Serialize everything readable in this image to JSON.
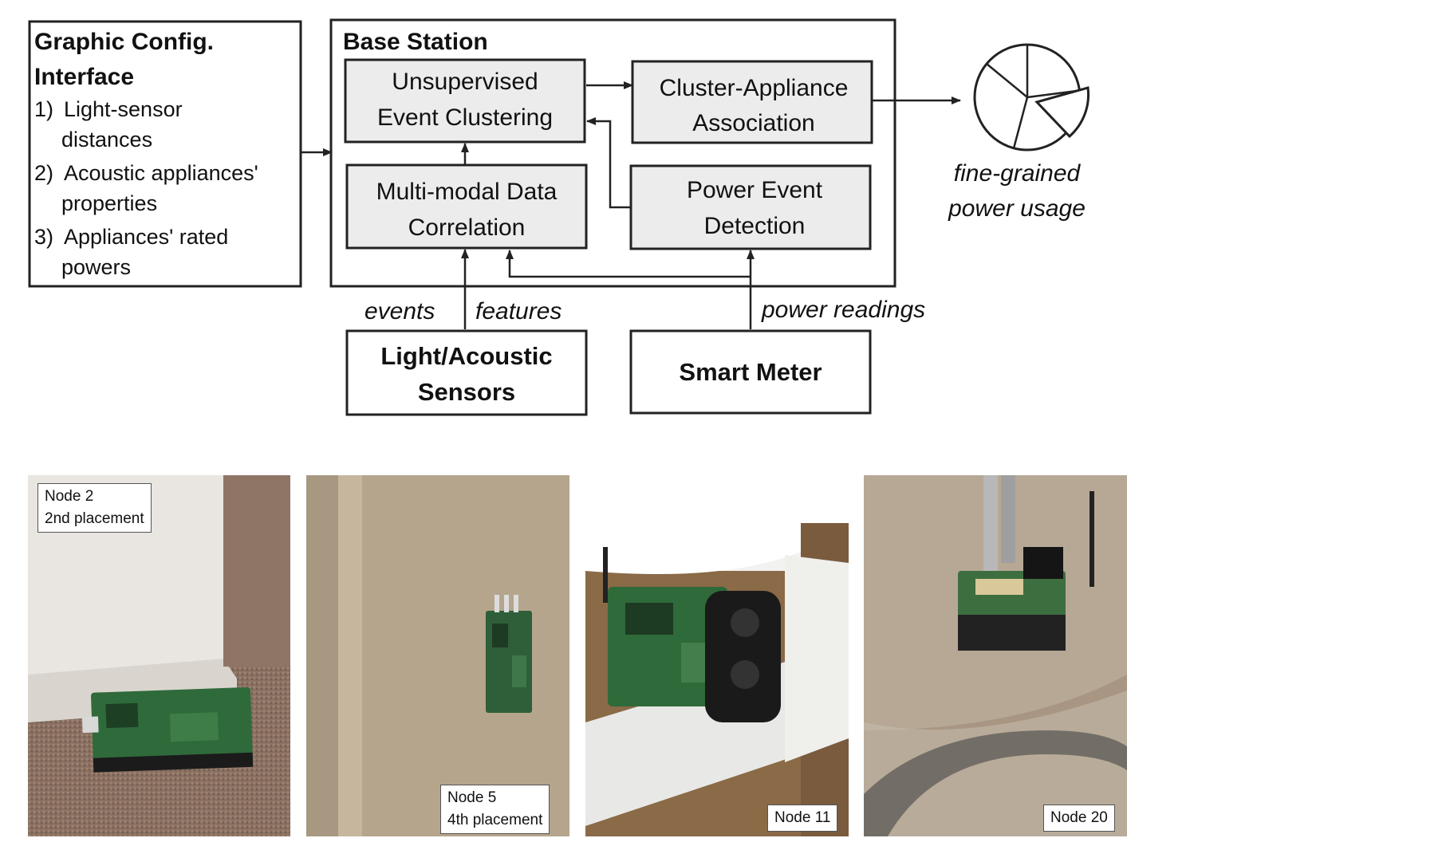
{
  "config_box": {
    "title_lines": [
      "Graphic Config.",
      "Interface"
    ],
    "items": [
      {
        "num": "1)",
        "lines": [
          "Light-sensor",
          "distances"
        ]
      },
      {
        "num": "2)",
        "lines": [
          "Acoustic appliances'",
          "properties"
        ]
      },
      {
        "num": "3)",
        "lines": [
          "Appliances' rated",
          "powers"
        ]
      }
    ]
  },
  "base_station": {
    "title": "Base Station",
    "clustering": [
      "Unsupervised",
      "Event Clustering"
    ],
    "association": [
      "Cluster-Appliance",
      "Association"
    ],
    "correlation": [
      "Multi-modal Data",
      "Correlation"
    ],
    "detection": [
      "Power Event",
      "Detection"
    ]
  },
  "sensors": [
    "Light/Acoustic",
    "Sensors"
  ],
  "smart_meter": "Smart Meter",
  "labels": {
    "events": "events",
    "features": "features",
    "power_readings": "power readings",
    "output": [
      "fine-grained",
      "power usage"
    ]
  },
  "photos": [
    {
      "caption": [
        "Node 2",
        "2nd placement"
      ]
    },
    {
      "caption": [
        "Node 5",
        "4th placement"
      ]
    },
    {
      "caption": [
        "Node 11"
      ]
    },
    {
      "caption": [
        "Node 20"
      ]
    }
  ]
}
